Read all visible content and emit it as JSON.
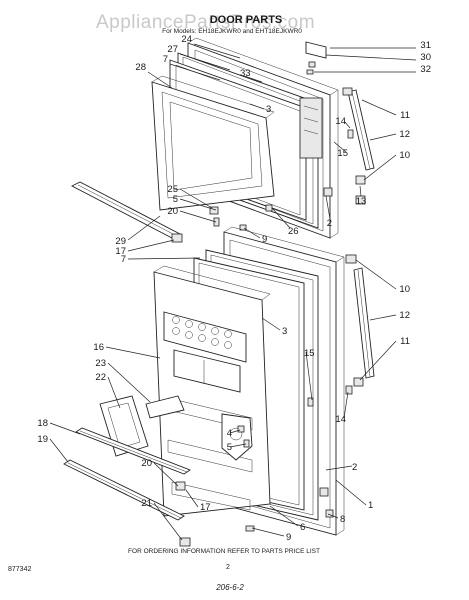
{
  "watermark": "AppliancePartsPros.com",
  "header": {
    "title": "DOOR PARTS",
    "subtitle": "For Models: EH18EJKWR0 and EHT18EJKWR0"
  },
  "footer": {
    "note": "FOR ORDERING INFORMATION REFER TO PARTS PRICE LIST",
    "page_number": "2",
    "diagram_code": "877342",
    "handwritten_code": "206-6-2"
  },
  "callouts": [
    {
      "id": "c31",
      "label": "31"
    },
    {
      "id": "c30",
      "label": "30"
    },
    {
      "id": "c32",
      "label": "32"
    },
    {
      "id": "c24",
      "label": "24"
    },
    {
      "id": "c27",
      "label": "27"
    },
    {
      "id": "c7a",
      "label": "7"
    },
    {
      "id": "c33",
      "label": "33"
    },
    {
      "id": "c28",
      "label": "28"
    },
    {
      "id": "c3a",
      "label": "3"
    },
    {
      "id": "c14a",
      "label": "14"
    },
    {
      "id": "c11a",
      "label": "11"
    },
    {
      "id": "c12a",
      "label": "12"
    },
    {
      "id": "c15a",
      "label": "15"
    },
    {
      "id": "c10a",
      "label": "10"
    },
    {
      "id": "c13",
      "label": "13"
    },
    {
      "id": "c25",
      "label": "25"
    },
    {
      "id": "c5a",
      "label": "5"
    },
    {
      "id": "c20a",
      "label": "20"
    },
    {
      "id": "c2a",
      "label": "2"
    },
    {
      "id": "c26",
      "label": "26"
    },
    {
      "id": "c9a",
      "label": "9"
    },
    {
      "id": "c29",
      "label": "29"
    },
    {
      "id": "c17a",
      "label": "17"
    },
    {
      "id": "c7b",
      "label": "7"
    },
    {
      "id": "c10b",
      "label": "10"
    },
    {
      "id": "c12b",
      "label": "12"
    },
    {
      "id": "c3b",
      "label": "3"
    },
    {
      "id": "c16",
      "label": "16"
    },
    {
      "id": "c15b",
      "label": "15"
    },
    {
      "id": "c11b",
      "label": "11"
    },
    {
      "id": "c23",
      "label": "23"
    },
    {
      "id": "c22",
      "label": "22"
    },
    {
      "id": "c14b",
      "label": "14"
    },
    {
      "id": "c4",
      "label": "4"
    },
    {
      "id": "c5b",
      "label": "5"
    },
    {
      "id": "c18",
      "label": "18"
    },
    {
      "id": "c19",
      "label": "19"
    },
    {
      "id": "c2b",
      "label": "2"
    },
    {
      "id": "c1",
      "label": "1"
    },
    {
      "id": "c20b",
      "label": "20"
    },
    {
      "id": "c17b",
      "label": "17"
    },
    {
      "id": "c8",
      "label": "8"
    },
    {
      "id": "c6",
      "label": "6"
    },
    {
      "id": "c21",
      "label": "21"
    },
    {
      "id": "c9b",
      "label": "9"
    }
  ]
}
